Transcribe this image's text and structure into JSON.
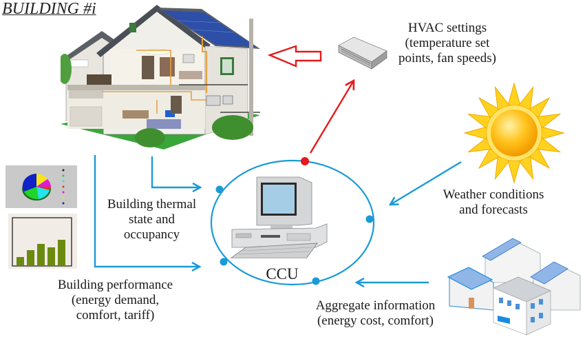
{
  "title": "BUILDING #i",
  "center": {
    "label": "CCU",
    "icon": "desktop-computer-icon"
  },
  "labels": {
    "hvac": [
      "HVAC settings",
      "(temperature set",
      "points, fan speeds)"
    ],
    "weather": [
      "Weather conditions",
      "and forecasts"
    ],
    "aggregate": [
      "Aggregate information",
      "(energy cost, comfort)"
    ],
    "thermal": [
      "Building thermal",
      "state and",
      "occupancy"
    ],
    "performance": [
      "Building performance",
      "(energy demand,",
      "comfort, tariff)"
    ]
  },
  "icons": {
    "house": "smart-house-illustration",
    "ac": "air-conditioner-icon",
    "sun": "sun-icon",
    "neighborhood": "solar-buildings-icon",
    "pie": "pie-chart-thumbnail",
    "bars": "bar-chart-thumbnail"
  },
  "colors": {
    "flow_blue": "#1a9ad9",
    "control_red": "#e5191b",
    "sun_yellow": "#ffd21f",
    "bar_green": "#6b8a10",
    "grass_green": "#3aa63a",
    "solar_blue": "#2d4fa8"
  }
}
